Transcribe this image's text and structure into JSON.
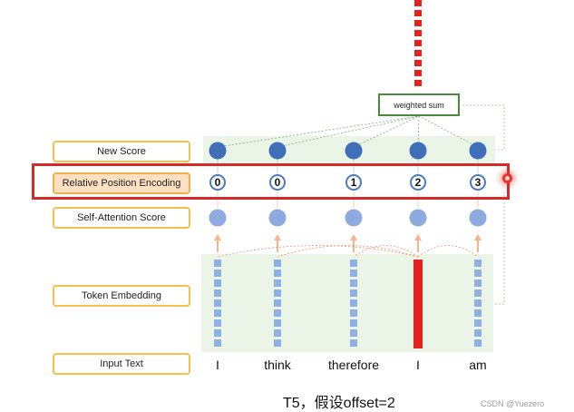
{
  "labels": {
    "new_score": "New Score",
    "relative_position_encoding": "Relative Position Encoding",
    "self_attention_score": "Self-Attention Score",
    "token_embedding": "Token Embedding",
    "input_text": "Input Text"
  },
  "weighted_sum": "weighted sum",
  "tokens": [
    "I",
    "think",
    "therefore",
    "I",
    "am"
  ],
  "relative_positions": [
    "0",
    "0",
    "1",
    "2",
    "3"
  ],
  "highlighted_token_index": 3,
  "caption": "T5，假设offset=2",
  "watermark": "CSDN @Yuezero",
  "colors": {
    "score_dot": "#3e6fb8",
    "attention_dot": "#8eaadf",
    "embedding_cell": "#8fb0e3",
    "highlight": "#e3231d",
    "label_border": "#f4c14a",
    "highlight_label_fill": "#fde0c2",
    "frame": "#d42a2a",
    "weighted_sum_border": "#4a8a3a",
    "panel_fill": "#eaf5e8",
    "arrow": "#f6b48e"
  }
}
